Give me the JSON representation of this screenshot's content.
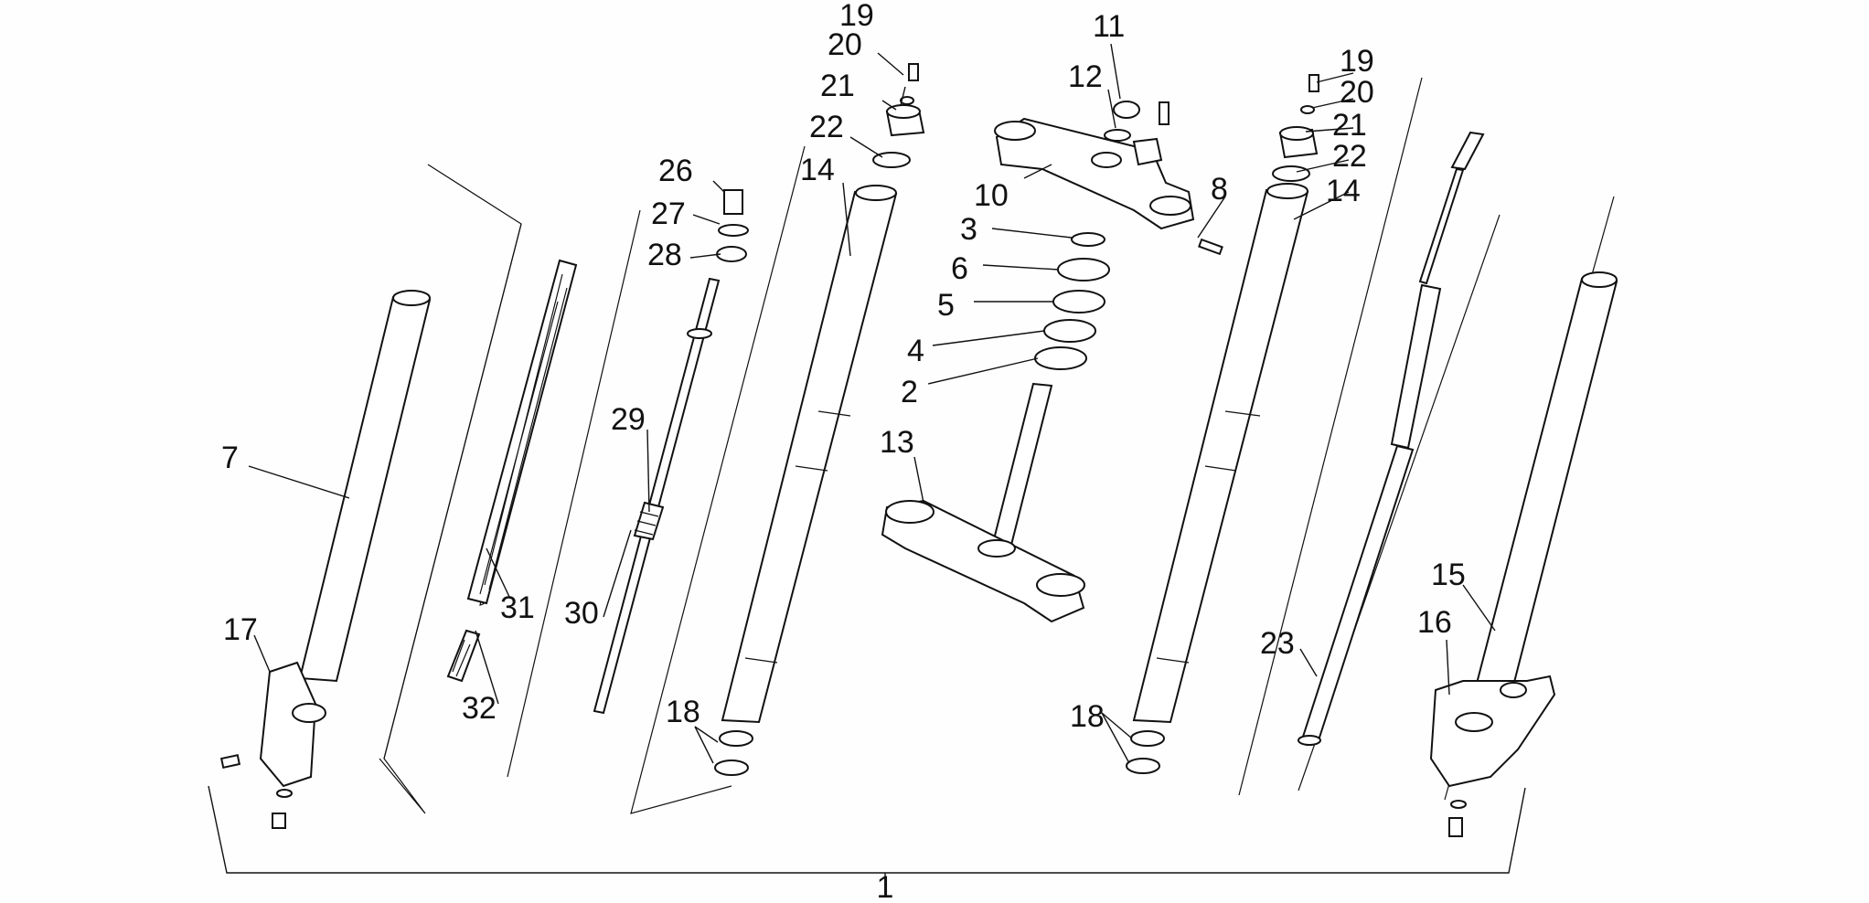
{
  "diagram": {
    "callouts": {
      "c1": "1",
      "c2": "2",
      "c3": "3",
      "c4": "4",
      "c5": "5",
      "c6": "6",
      "c7": "7",
      "c8": "8",
      "c10": "10",
      "c11": "11",
      "c12": "12",
      "c13": "13",
      "c14a": "14",
      "c14b": "14",
      "c15": "15",
      "c16": "16",
      "c17": "17",
      "c18a": "18",
      "c18b": "18",
      "c19a": "19",
      "c19b": "19",
      "c20a": "20",
      "c20b": "20",
      "c21a": "21",
      "c21b": "21",
      "c22a": "22",
      "c22b": "22",
      "c23": "23",
      "c26": "26",
      "c27": "27",
      "c28": "28",
      "c29": "29",
      "c30": "30",
      "c31": "31",
      "c32": "32"
    },
    "colors": {
      "ink": "#111111",
      "paper": "#fefefe"
    }
  }
}
